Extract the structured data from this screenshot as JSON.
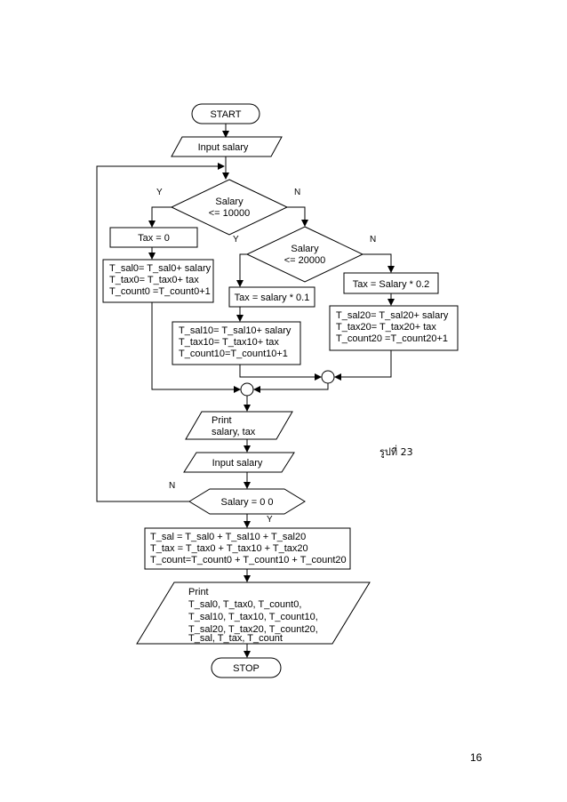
{
  "nodes": {
    "start": "START",
    "input1": "Input salary",
    "cond1": [
      "Salary",
      "<= 10000"
    ],
    "tax0": "Tax = 0",
    "sum0": [
      "T_sal0= T_sal0+ salary",
      "T_tax0= T_tax0+ tax",
      "T_count0 =T_count0+1"
    ],
    "cond2": [
      "Salary",
      "<= 20000"
    ],
    "tax10": "Tax = salary * 0.1",
    "sum10": [
      "T_sal10= T_sal10+ salary",
      "T_tax10= T_tax10+ tax",
      "T_count10=T_count10+1"
    ],
    "tax20": "Tax = Salary * 0.2",
    "sum20": [
      "T_sal20= T_sal20+ salary",
      "T_tax20= T_tax20+ tax",
      "T_count20 =T_count20+1"
    ],
    "print1": [
      "Print",
      "salary, tax"
    ],
    "input2": "Input salary",
    "cond3": "Salary = 0 0",
    "totals": [
      "T_sal = T_sal0 + T_sal10 + T_sal20",
      "T_tax = T_tax0 + T_tax10 + T_tax20",
      "T_count=T_count0 + T_count10 + T_count20"
    ],
    "print2": [
      "Print",
      "T_sal0, T_tax0, T_count0,",
      "T_sal10, T_tax10, T_count10,",
      "T_sal20, T_tax20, T_count20,",
      "T_sal, T_tax, T_count"
    ],
    "stop": "STOP"
  },
  "edge_labels": {
    "c1_yes": "Y",
    "c1_no": "N",
    "c2_yes": "Y",
    "c2_no": "N",
    "c3_no": "N",
    "c3_yes": "Y"
  },
  "caption": "รูปที่ 23",
  "page_number": "16"
}
